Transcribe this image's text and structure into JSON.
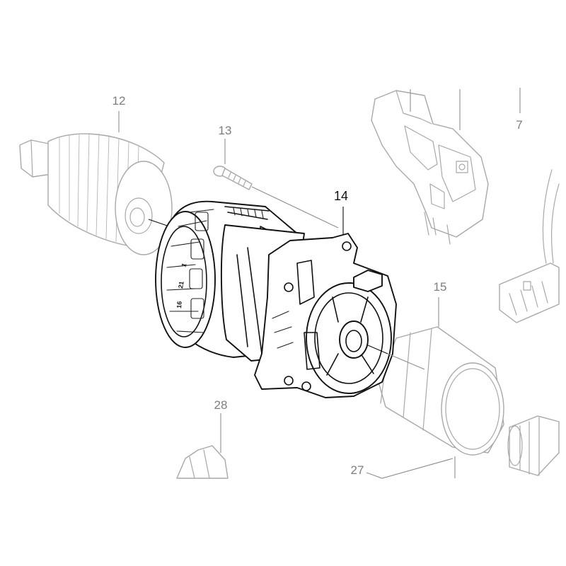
{
  "parts": [
    {
      "id": "chuck",
      "number": "12",
      "highlighted": false
    },
    {
      "id": "screw",
      "number": "13",
      "highlighted": false
    },
    {
      "id": "gear-assembly",
      "number": "14",
      "highlighted": true
    },
    {
      "id": "motor-housing",
      "number": "15",
      "highlighted": false
    },
    {
      "id": "switch",
      "number": "7",
      "highlighted": false
    },
    {
      "id": "brush-holder",
      "number": "27",
      "highlighted": false
    },
    {
      "id": "speed-lever",
      "number": "28",
      "highlighted": false
    }
  ],
  "clutch_scale": [
    "1",
    "21",
    "16"
  ],
  "colors": {
    "highlight": "#111111",
    "ghost": "#a8a8a8",
    "label": "#7d7d7d"
  }
}
